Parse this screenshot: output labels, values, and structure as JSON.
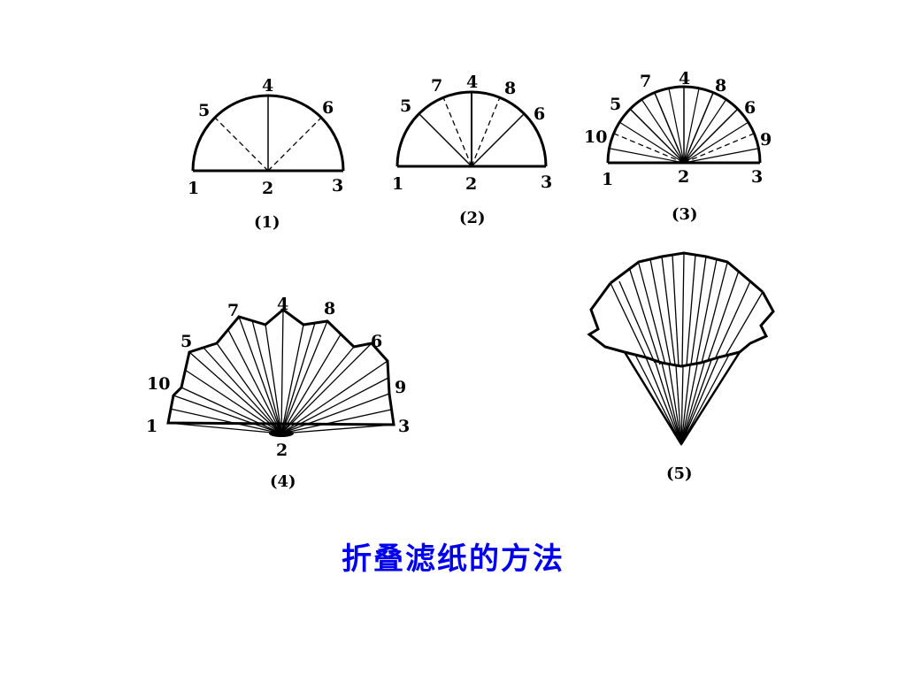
{
  "title": "折叠滤纸的方法",
  "figures": [
    {
      "caption": "(1)",
      "labels": [
        "1",
        "2",
        "3",
        "4",
        "5",
        "6"
      ]
    },
    {
      "caption": "(2)",
      "labels": [
        "1",
        "2",
        "3",
        "4",
        "5",
        "6",
        "7",
        "8"
      ]
    },
    {
      "caption": "(3)",
      "labels": [
        "1",
        "2",
        "3",
        "4",
        "5",
        "6",
        "7",
        "8",
        "9",
        "10"
      ]
    },
    {
      "caption": "(4)",
      "labels": [
        "1",
        "2",
        "3",
        "4",
        "5",
        "6",
        "7",
        "8",
        "9",
        "10"
      ]
    },
    {
      "caption": "(5)",
      "labels": []
    }
  ]
}
